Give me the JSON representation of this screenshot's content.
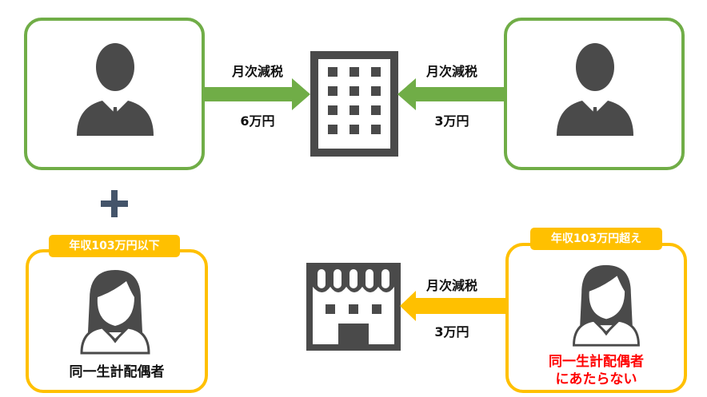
{
  "top_left": {
    "role": "taxpayer-man"
  },
  "top_right": {
    "role": "taxpayer-man"
  },
  "arrow_left_top": {
    "label": "月次減税",
    "amount": "6万円"
  },
  "arrow_right_top": {
    "label": "月次減税",
    "amount": "3万円"
  },
  "plus_icon": "plus",
  "bottom_left": {
    "badge": "年収103万円以下",
    "caption": "同一生計配偶者"
  },
  "bottom_right": {
    "badge": "年収103万円超え",
    "caption_line1": "同一生計配偶者",
    "caption_line2": "にあたらない"
  },
  "arrow_bottom": {
    "label": "月次減税",
    "amount": "3万円"
  },
  "colors": {
    "green": "#70ad47",
    "yellow": "#ffc000",
    "icon": "#4a4a4a",
    "alert": "#ff0000"
  }
}
